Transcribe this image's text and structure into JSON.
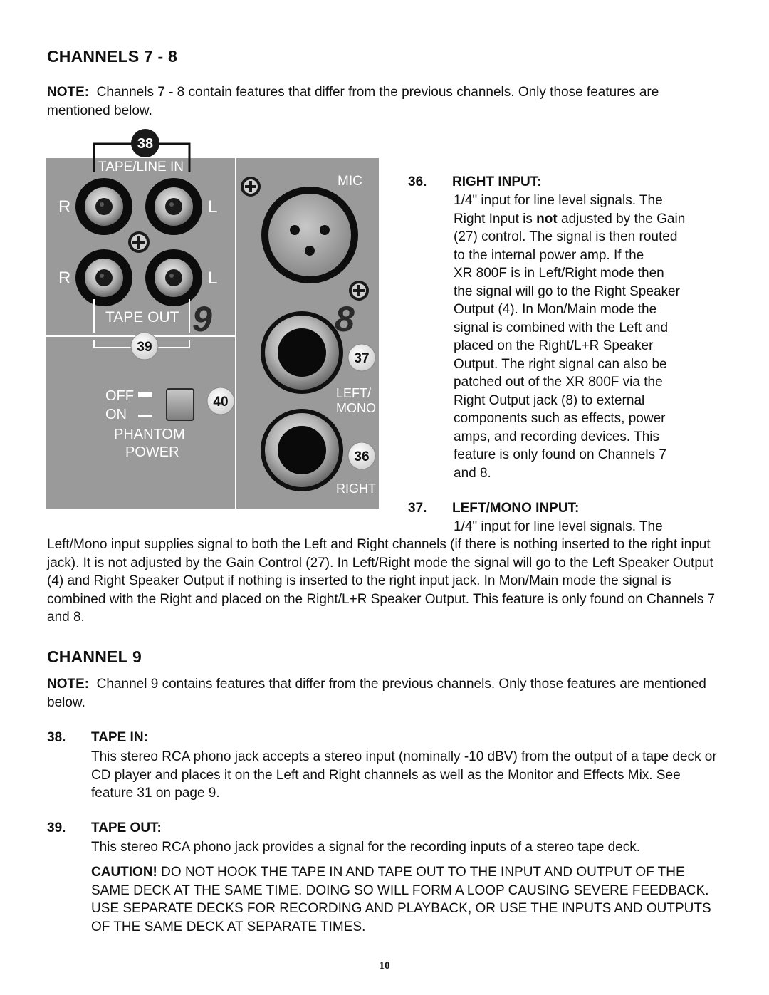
{
  "heading_channels78": "CHANNELS 7 - 8",
  "note78": {
    "label": "NOTE:",
    "text": "Channels 7 - 8 contain features that differ from the previous channels. Only those features are mentioned below."
  },
  "panel": {
    "callouts": [
      "38",
      "39",
      "40",
      "37",
      "36"
    ],
    "tape_line_in": "TAPE/LINE IN",
    "tape_out": "TAPE OUT",
    "r": "R",
    "l": "L",
    "ch9_number": "9",
    "ch8_number": "8",
    "off": "OFF",
    "on": "ON",
    "phantom": "PHANTOM",
    "power": "POWER",
    "mic": "MIC",
    "left_mono_1": "LEFT/",
    "left_mono_2": "MONO",
    "right": "RIGHT"
  },
  "item36": {
    "num": "36.",
    "title": "RIGHT INPUT:",
    "lines": [
      "1/4\" input for line level signals. The",
      "Right Input is ",
      "not",
      " adjusted by the Gain",
      "(27) control. The signal is then routed",
      "to the internal power amp. If the",
      "XR 800F is in Left/Right mode then",
      "the signal will go to the Right Speaker",
      "Output (4). In Mon/Main mode the",
      "signal is combined with the Left and",
      "placed on the Right/L+R Speaker",
      "Output. The right signal can also be",
      "patched out of the XR 800F via the",
      "Right Output jack (8) to external",
      "components such as effects, power",
      "amps, and recording devices. This",
      "feature is only found on Channels 7",
      "and 8."
    ]
  },
  "item37": {
    "num": "37.",
    "title": "LEFT/MONO INPUT:",
    "first": "1/4\" input for line level signals. The",
    "body": "Left/Mono input supplies signal to both the Left and Right channels (if there is nothing inserted to the right input jack). It is not adjusted by the Gain Control (27). In Left/Right mode the signal will go to the Left Speaker Output (4) and Right Speaker Output if nothing is inserted to the right input jack. In Mon/Main mode the signal is combined with the Right and placed on the Right/L+R Speaker Output. This feature is only found on Channels 7 and 8."
  },
  "heading_channel9": "CHANNEL 9",
  "note9": {
    "label": "NOTE:",
    "text": "Channel 9 contains features that differ from the previous channels. Only those features are mentioned below."
  },
  "item38": {
    "num": "38.",
    "title": "TAPE IN:",
    "body": "This stereo RCA phono jack accepts a stereo input (nominally -10 dBV) from the output of a tape deck or CD player and places it on the Left and Right channels as well as the Monitor and Effects Mix. See feature 31 on page 9."
  },
  "item39": {
    "num": "39.",
    "title": "TAPE OUT:",
    "body": "This stereo RCA phono jack provides a signal for the recording inputs of a stereo tape deck.",
    "caution_label": "CAUTION!",
    "caution_text": "DO NOT HOOK THE TAPE IN AND TAPE OUT TO THE INPUT AND OUTPUT OF THE SAME DECK AT THE SAME TIME. DOING SO WILL FORM A LOOP CAUSING SEVERE FEEDBACK. USE SEPARATE DECKS FOR RECORDING AND PLAYBACK, OR USE THE INPUTS AND OUTPUTS OF THE SAME DECK AT SEPARATE TIMES."
  },
  "page_number": "10"
}
